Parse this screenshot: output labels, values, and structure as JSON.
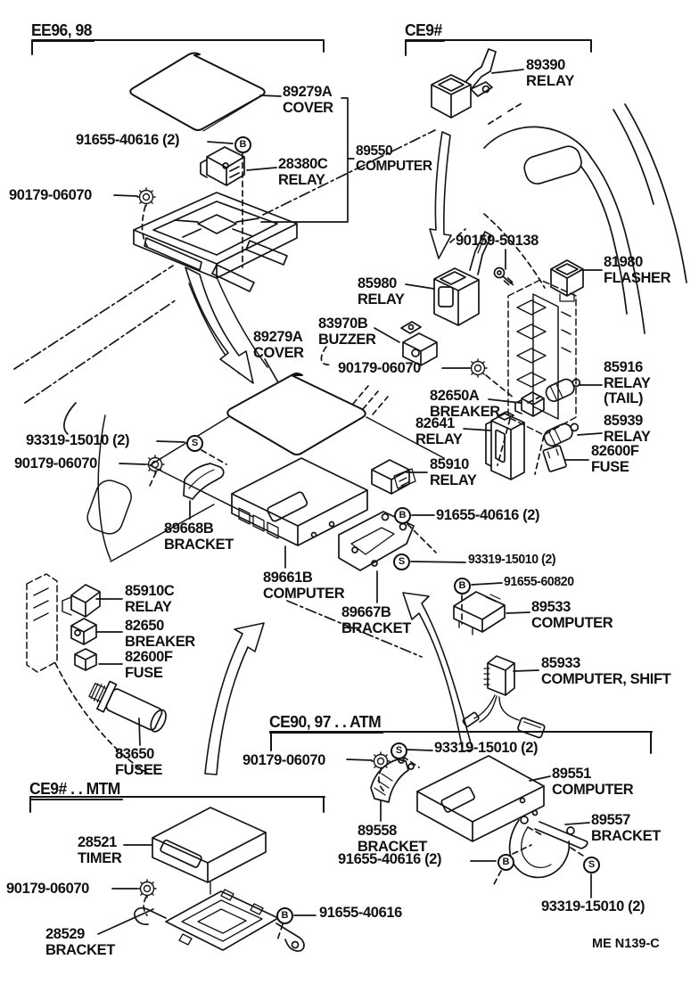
{
  "sections": {
    "ee96_98": "EE96, 98",
    "ce9": "CE9#",
    "ce90_97_atm": "CE90, 97 . . ATM",
    "ce9_mtm": "CE9# . . MTM"
  },
  "symbols": {
    "bolt": "B",
    "screw": "S"
  },
  "footer_code": "ME N139-C",
  "labels": {
    "cover_top": {
      "number": "89279A",
      "name": "COVER"
    },
    "bolt_top": {
      "number": "91655-40616 (2)"
    },
    "relay_28380c": {
      "number": "28380C",
      "name": "RELAY"
    },
    "nut_top": {
      "number": "90179-06070"
    },
    "relay_89390": {
      "number": "89390",
      "name": "RELAY"
    },
    "computer_89550": {
      "number": "89550",
      "name": "COMPUTER"
    },
    "screw_50138": {
      "number": "90159-50138"
    },
    "flasher_81980": {
      "number": "81980",
      "name": "FLASHER"
    },
    "relay_85980": {
      "number": "85980",
      "name": "RELAY"
    },
    "buzzer_83970b": {
      "number": "83970B",
      "name": "BUZZER"
    },
    "cover_mid": {
      "number": "89279A",
      "name": "COVER"
    },
    "nut_mid": {
      "number": "90179-06070"
    },
    "breaker_82650a": {
      "number": "82650A",
      "name": "BREAKER"
    },
    "relay_85916": {
      "number": "85916",
      "name": "RELAY",
      "qualifier": "(TAIL)"
    },
    "relay_82641": {
      "number": "82641",
      "name": "RELAY"
    },
    "relay_85939": {
      "number": "85939",
      "name": "RELAY"
    },
    "fuse_82600f_right": {
      "number": "82600F",
      "name": "FUSE"
    },
    "relay_85910": {
      "number": "85910",
      "name": "RELAY"
    },
    "screw_15010_left": {
      "number": "93319-15010 (2)"
    },
    "nut_left": {
      "number": "90179-06070"
    },
    "bracket_89668b": {
      "number": "89668B",
      "name": "BRACKET"
    },
    "bolt_40616_mid": {
      "number": "91655-40616 (2)"
    },
    "screw_15010_mid": {
      "number": "93319-15010 (2)"
    },
    "bolt_60820": {
      "number": "91655-60820"
    },
    "computer_89533": {
      "number": "89533",
      "name": "COMPUTER"
    },
    "computer_89661b": {
      "number": "89661B",
      "name": "COMPUTER"
    },
    "bracket_89667b": {
      "number": "89667B",
      "name": "BRACKET"
    },
    "relay_85910c": {
      "number": "85910C",
      "name": "RELAY"
    },
    "breaker_82650": {
      "number": "82650",
      "name": "BREAKER"
    },
    "fuse_82600f_left": {
      "number": "82600F",
      "name": "FUSE"
    },
    "fusee_83650": {
      "number": "83650",
      "name": "FUSEE"
    },
    "computer_85933": {
      "number": "85933",
      "name": "COMPUTER, SHIFT"
    },
    "nut_atm": {
      "number": "90179-06070"
    },
    "screw_15010_atm_top": {
      "number": "93319-15010 (2)"
    },
    "computer_89551": {
      "number": "89551",
      "name": "COMPUTER"
    },
    "bracket_89558": {
      "number": "89558",
      "name": "BRACKET"
    },
    "bracket_89557": {
      "number": "89557",
      "name": "BRACKET"
    },
    "bolt_40616_atm": {
      "number": "91655-40616 (2)"
    },
    "screw_15010_atm_bottom": {
      "number": "93319-15010 (2)"
    },
    "timer_28521": {
      "number": "28521",
      "name": "TIMER"
    },
    "nut_mtm": {
      "number": "90179-06070"
    },
    "bracket_28529": {
      "number": "28529",
      "name": "BRACKET"
    },
    "bolt_40616_mtm": {
      "number": "91655-40616"
    }
  }
}
